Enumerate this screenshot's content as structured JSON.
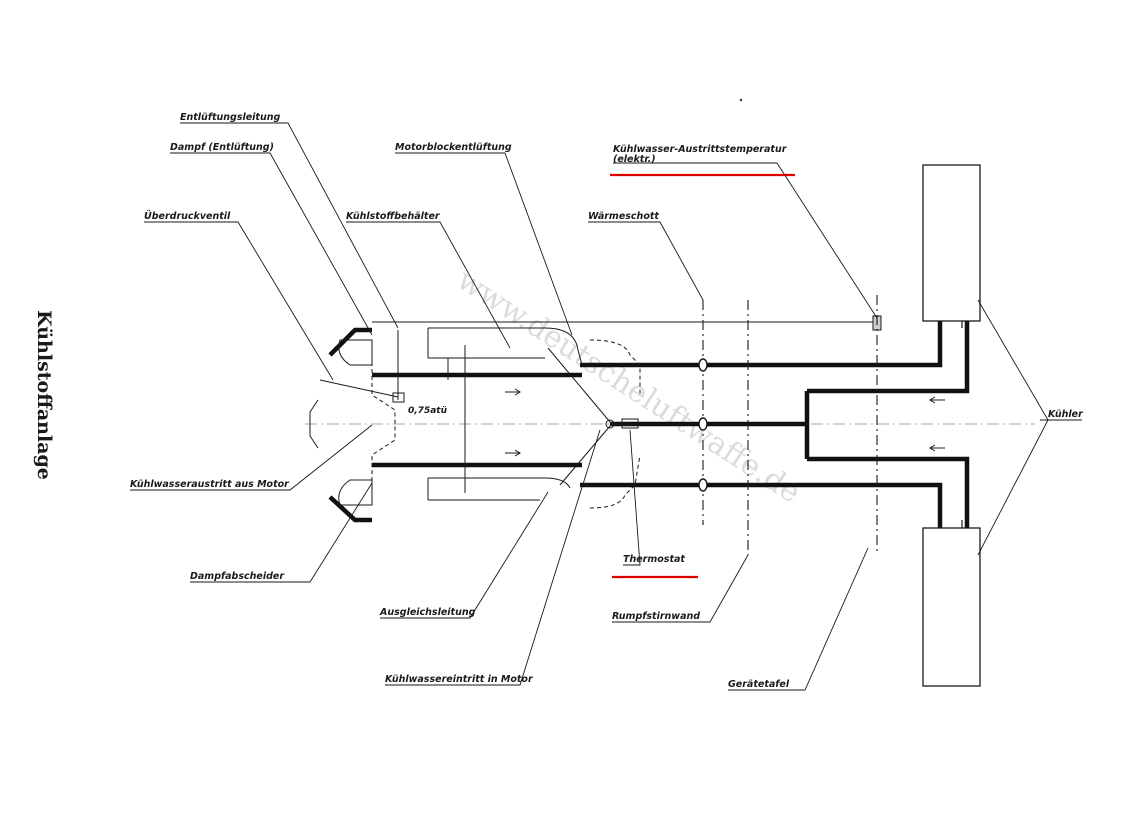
{
  "title": "Kühlstoffanlage",
  "watermark": "www.deutscheluftwaffe.de",
  "highlight_color": "#e00000",
  "labels": {
    "entlueftungsleitung": "Entlüftungsleitung",
    "dampf_entlueftung": "Dampf (Entlüftung)",
    "ueberdruckventil": "Überdruckventil",
    "kuehlstoffbehaelter": "Kühlstoffbehälter",
    "motorblockentlueftung": "Motorblockentlüftung",
    "austrittstemperatur_1": "Kühlwasser-Austrittstemperatur",
    "austrittstemperatur_2": "(elektr.)",
    "waermeschott": "Wärmeschott",
    "atue": "0,75atü",
    "kuehlwasseraustritt": "Kühlwasseraustritt aus Motor",
    "dampfabscheider": "Dampfabscheider",
    "ausgleichsleitung": "Ausgleichsleitung",
    "kuehlwassereintritt": "Kühlwassereintritt in Motor",
    "thermostat": "Thermostat",
    "rumpfstirnwand": "Rumpfstirnwand",
    "geraetetafel": "Gerätetafel",
    "kuehler": "Kühler"
  }
}
